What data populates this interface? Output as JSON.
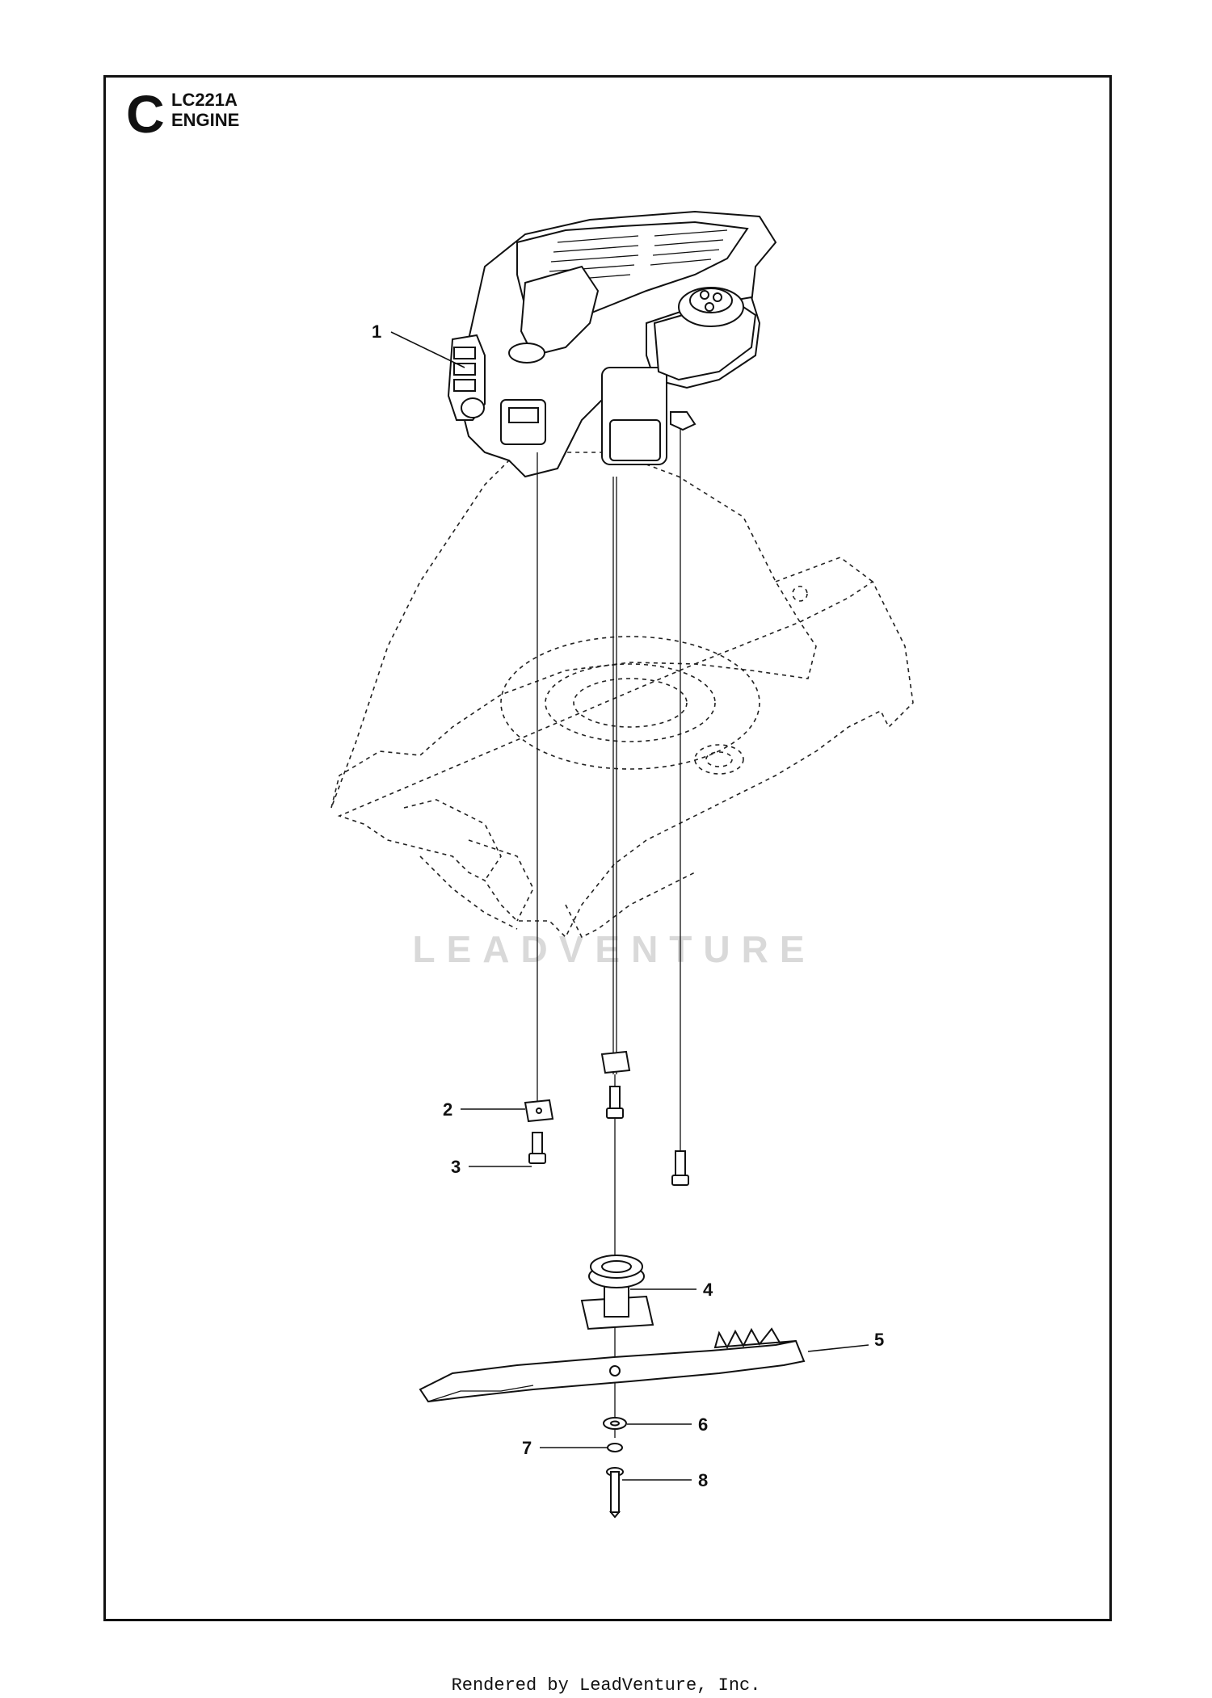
{
  "header": {
    "section_letter": "C",
    "code": "LC221A",
    "title": "ENGINE"
  },
  "callouts": [
    "1",
    "2",
    "3",
    "4",
    "5",
    "6",
    "7",
    "8"
  ],
  "watermark": "LEADVENTURE",
  "footer": "Rendered by LeadVenture, Inc."
}
